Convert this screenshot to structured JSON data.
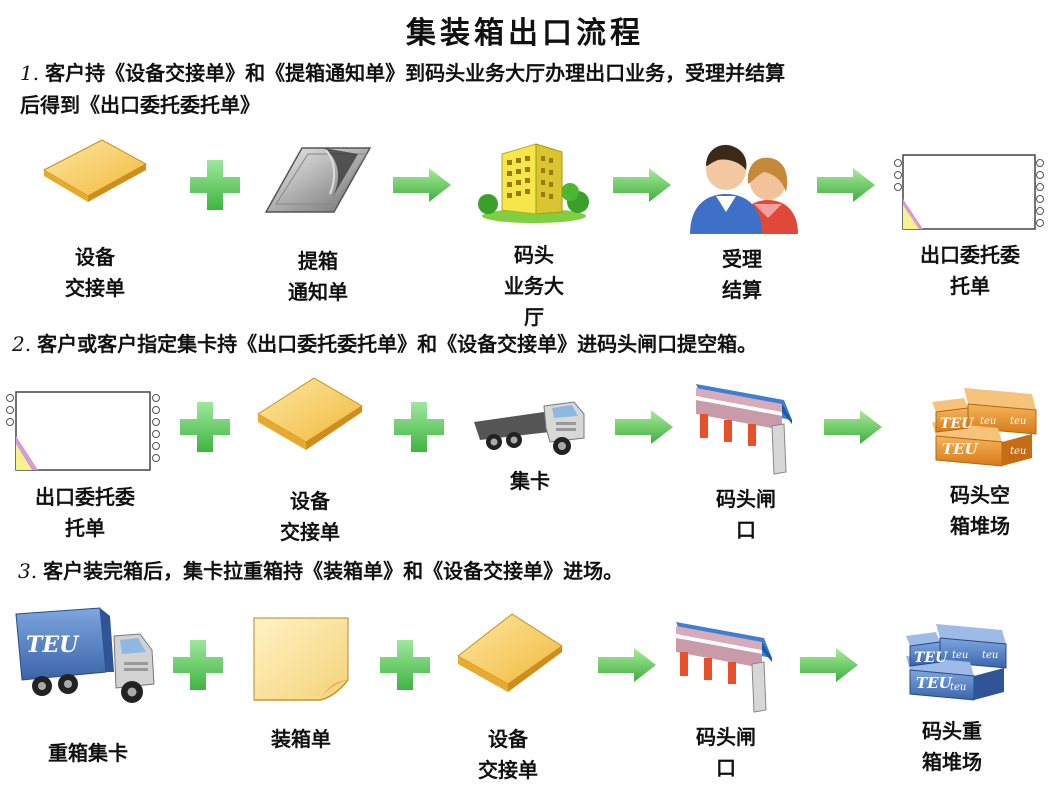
{
  "title": "集装箱出口流程",
  "steps": [
    {
      "number": "1.",
      "line1": "客户持《设备交接单》和《提箱通知单》到码头业务大厅办理出口业务，受理并结算",
      "line2": "后得到《出口委托委托单》",
      "labels": {
        "equipment": [
          "设备",
          "交接单"
        ],
        "notice": [
          "提箱",
          "通知单"
        ],
        "hall": [
          "码头",
          "业务大",
          "厅"
        ],
        "accept": [
          "受理",
          "结算"
        ],
        "order": [
          "出口委托委",
          "托单"
        ]
      }
    },
    {
      "number": "2.",
      "line1": "客户或客户指定集卡持《出口委托委托单》和《设备交接单》进码头闸口提空箱。",
      "labels": {
        "order": [
          "出口委托委",
          "托单"
        ],
        "equipment": [
          "设备",
          "交接单"
        ],
        "truck": [
          "集卡"
        ],
        "gate": [
          "码头闸",
          "口"
        ],
        "empty_yard": [
          "码头空",
          "箱堆场"
        ]
      }
    },
    {
      "number": "3.",
      "line1": "客户装完箱后，集卡拉重箱持《装箱单》和《设备交接单》进场。",
      "labels": {
        "heavy_truck": [
          "重箱集卡"
        ],
        "packing_list": [
          "装箱单"
        ],
        "equipment": [
          "设备",
          "交接单"
        ],
        "gate": [
          "码头闸",
          "口"
        ],
        "heavy_yard": [
          "码头重",
          "箱堆场"
        ]
      }
    }
  ],
  "icon_text": {
    "teu": "TEU",
    "teu_small": "teu"
  },
  "colors": {
    "plus": "#66cc66",
    "arrow": "#5fcf5f",
    "paper": "#f5c84a",
    "building": "#f2e23a",
    "container_orange": "#e8902c",
    "container_blue": "#4a76b8"
  }
}
